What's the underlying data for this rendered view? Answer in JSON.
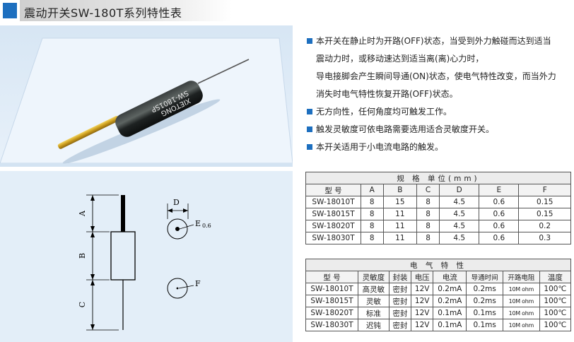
{
  "header": {
    "title": "震动开关SW-180T系列特性表"
  },
  "product": {
    "line1": "XIETONG",
    "line2": "SW-1801SP"
  },
  "diagram": {
    "labels": {
      "a": "A",
      "b": "B",
      "c": "C",
      "d": "D",
      "e": "E",
      "e_sub": "0.6",
      "f": "F"
    }
  },
  "notes": [
    {
      "lines": [
        "本开关在静止时为开路(OFF)状态，当受到外力触碰而达到适当",
        "震动力时，或移动速达到适当离(离)心力时，",
        "导电接脚会产生瞬间导通(ON)状态，使电气特性改变，而当外力",
        "消失时电气特性恢复开路(OFF)状态。"
      ]
    },
    {
      "lines": [
        "无方向性，任何角度均可触发工作。"
      ]
    },
    {
      "lines": [
        "触发灵敏度可依电路需要选用适合灵敏度开关。"
      ]
    },
    {
      "lines": [
        "本开关适用于小电流电路的触发。"
      ]
    }
  ],
  "spec_table": {
    "caption": "规    格  单位(mm)",
    "headers": [
      "型 号",
      "A",
      "B",
      "C",
      "D",
      "E",
      "F"
    ],
    "rows": [
      [
        "SW-18010T",
        "8",
        "15",
        "8",
        "4.5",
        "0.6",
        "0.15"
      ],
      [
        "SW-18015T",
        "8",
        "11",
        "8",
        "4.5",
        "0.6",
        "0.15"
      ],
      [
        "SW-18020T",
        "8",
        "11",
        "8",
        "4.5",
        "0.6",
        "0.2"
      ],
      [
        "SW-18030T",
        "8",
        "11",
        "8",
        "4.5",
        "0.6",
        "0.3"
      ]
    ]
  },
  "elec_table": {
    "caption": "电 气 特 性",
    "headers": [
      "型 号",
      "灵敏度",
      "封装",
      "电压",
      "电流",
      "导通时间",
      "开路电阻",
      "温度"
    ],
    "rows": [
      [
        "SW-18010T",
        "高灵敏",
        "密封",
        "12V",
        "0.2mA",
        "0.2ms",
        "10M ohm",
        "100℃"
      ],
      [
        "SW-18015T",
        "灵敏",
        "密封",
        "12V",
        "0.2mA",
        "0.2ms",
        "10M ohm",
        "100℃"
      ],
      [
        "SW-18020T",
        "标准",
        "密封",
        "12V",
        "0.1mA",
        "0.1ms",
        "10M ohm",
        "100℃"
      ],
      [
        "SW-18030T",
        "迟钝",
        "密封",
        "12V",
        "0.1mA",
        "0.1ms",
        "10M ohm",
        "100℃"
      ]
    ]
  },
  "colors": {
    "accent": "#1d6fbf",
    "panel": "#e3eef8"
  }
}
